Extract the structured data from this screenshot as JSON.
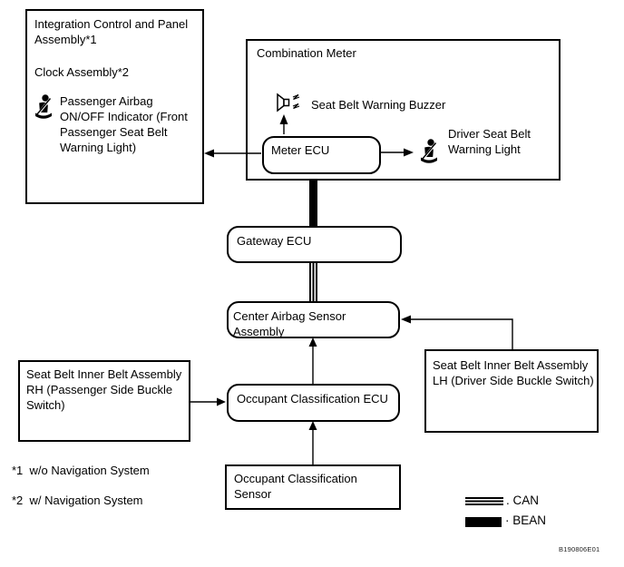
{
  "page": {
    "background": "#ffffff",
    "ink": "#000000"
  },
  "diagram": {
    "code": "B190806E01",
    "boxes": {
      "integration": {
        "title": "Integration Control and Panel Assembly*1",
        "clock": "Clock Assembly*2",
        "indicator": "Passenger Airbag ON/OFF Indicator (Front Passenger Seat Belt Warning Light)"
      },
      "combination_meter": {
        "title": "Combination Meter",
        "buzzer": "Seat Belt Warning Buzzer",
        "meter_ecu": "Meter ECU",
        "driver_light": "Driver Seat Belt Warning Light"
      },
      "gateway_ecu": "Gateway ECU",
      "center_airbag": "Center Airbag Sensor Assembly",
      "occupant_ecu": "Occupant Classification ECU",
      "occupant_sensor": "Occupant Classification Sensor",
      "rh_buckle": "Seat Belt Inner Belt Assembly RH (Passenger Side Buckle Switch)",
      "lh_buckle": "Seat Belt Inner Belt Assembly LH (Driver Side Buckle Switch)"
    },
    "footnotes": [
      "*1  w/o Navigation System",
      "*2  w/ Navigation System"
    ],
    "legend": {
      "can": ". CAN",
      "bean": "· BEAN"
    }
  }
}
